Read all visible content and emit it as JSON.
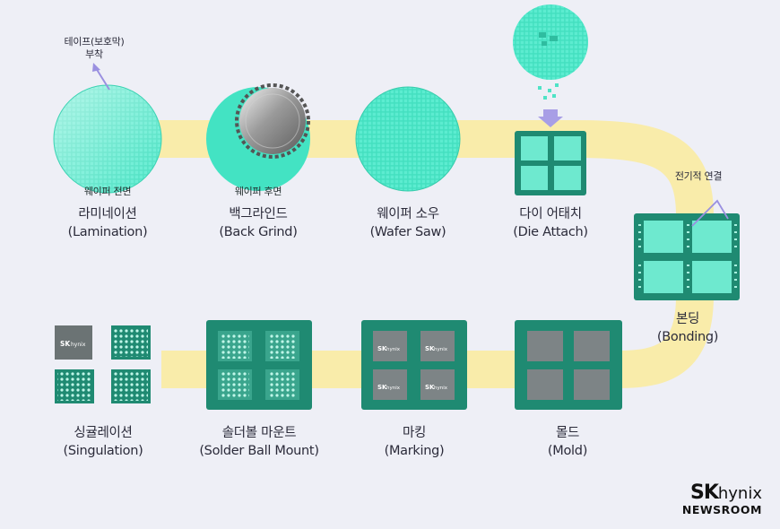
{
  "steps": [
    {
      "ko": "라미네이션",
      "en": "(Lamination)"
    },
    {
      "ko": "백그라인드",
      "en": "(Back Grind)"
    },
    {
      "ko": "웨이퍼 소우",
      "en": "(Wafer Saw)"
    },
    {
      "ko": "다이 어태치",
      "en": "(Die Attach)"
    },
    {
      "ko": "본딩",
      "en": "(Bonding)"
    },
    {
      "ko": "몰드",
      "en": "(Mold)"
    },
    {
      "ko": "마킹",
      "en": "(Marking)"
    },
    {
      "ko": "솔더볼 마운트",
      "en": "(Solder Ball Mount)"
    },
    {
      "ko": "싱귤레이션",
      "en": "(Singulation)"
    }
  ],
  "sublabels": {
    "lamination": "웨이퍼 전면",
    "back_grind": "웨이퍼 후면"
  },
  "annotations": {
    "tape_line1": "테이프(보호막)",
    "tape_line2": "부착",
    "electrical": "전기적 연결"
  },
  "chip_mark": {
    "sk": "SK",
    "hynix": "hynix"
  },
  "brand": {
    "sk": "SK",
    "hynix": "hynix",
    "newsroom": "NEWSROOM"
  },
  "colors": {
    "background": "#eeeff6",
    "flow_path": "#f9ecaa",
    "wafer": "#4de8c8",
    "substrate": "#1f8a72",
    "die": "#6ee9cf",
    "mold": "#7d8486",
    "arrow": "#a89ee6"
  }
}
